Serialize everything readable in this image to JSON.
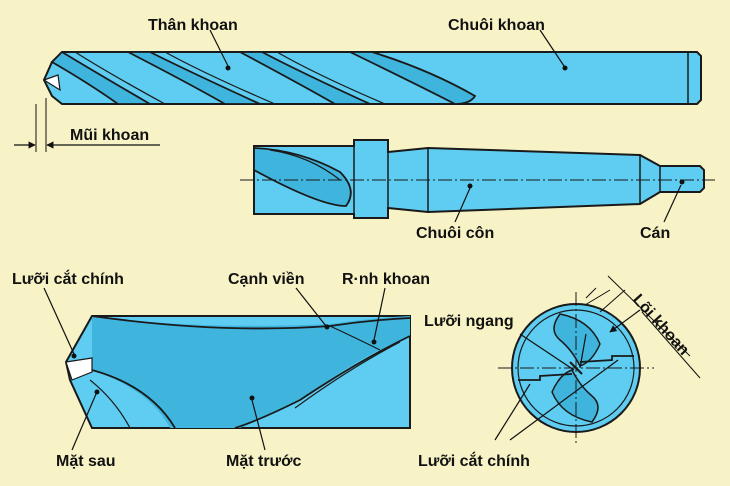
{
  "colors": {
    "background": "#f7f3c6",
    "tool_fill": "#5ecdf1",
    "tool_shadow": "#3fb5de",
    "outline": "#1a1a1a"
  },
  "labels": {
    "than_khoan": "Thân khoan",
    "chuoi_khoan": "Chuôi khoan",
    "mui_khoan": "Mũi khoan",
    "chuoi_con": "Chuôi côn",
    "can": "Cán",
    "luoi_cat_chinh_left": "Lưỡi cắt chính",
    "canh_vien": "Cạnh viền",
    "ranh_khoan": "R·nh khoan",
    "mat_sau": "Mặt sau",
    "mat_truoc": "Mặt trước",
    "luoi_ngang": "Lưỡi ngang",
    "loi_khoan": "Lõi khoan",
    "luoi_cat_chinh_right": "Lưỡi cắt chính"
  }
}
